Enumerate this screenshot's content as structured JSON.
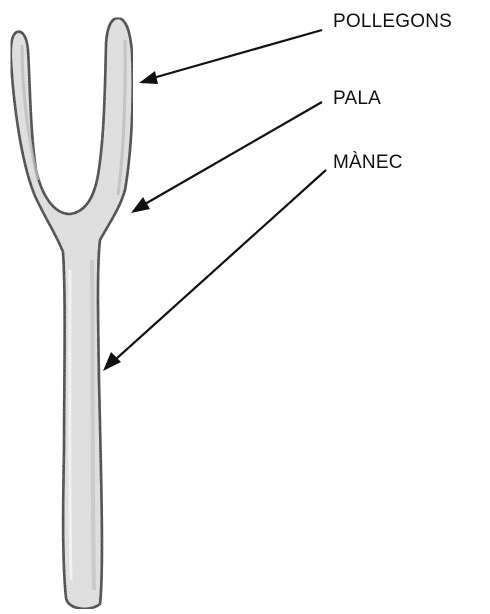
{
  "labels": {
    "pollegons": "POLLEGONS",
    "pala": "PALA",
    "manec": "MÀNEC"
  },
  "colors": {
    "ink": "#111111",
    "object_fill": "#e4e4e4",
    "object_shade": "#bdbdbd",
    "background": "#ffffff"
  }
}
